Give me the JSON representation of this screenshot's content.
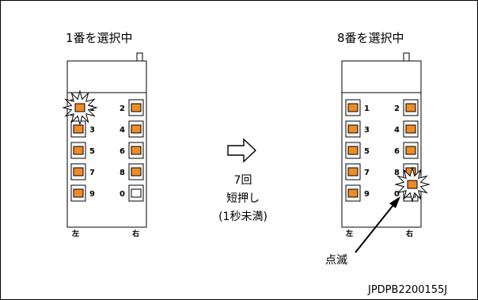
{
  "left_panel": {
    "title": "1番を選択中",
    "buttons": [
      {
        "number": "1",
        "side": "left",
        "led": "lit",
        "blinking": true
      },
      {
        "number": "2",
        "side": "right",
        "led": "lit"
      },
      {
        "number": "3",
        "side": "left",
        "led": "lit"
      },
      {
        "number": "4",
        "side": "right",
        "led": "lit"
      },
      {
        "number": "5",
        "side": "left",
        "led": "lit"
      },
      {
        "number": "6",
        "side": "right",
        "led": "lit"
      },
      {
        "number": "7",
        "side": "left",
        "led": "lit"
      },
      {
        "number": "8",
        "side": "right",
        "led": "lit"
      },
      {
        "number": "9",
        "side": "left",
        "led": "lit"
      },
      {
        "number": "0",
        "side": "right",
        "led": "off"
      }
    ],
    "left_label": "左",
    "right_label": "右"
  },
  "middle": {
    "count": "7回",
    "action": "短押し",
    "condition": "(1秒未満)"
  },
  "right_panel": {
    "title": "8番を選択中",
    "buttons": [
      {
        "number": "1",
        "side": "left",
        "led": "lit"
      },
      {
        "number": "2",
        "side": "right",
        "led": "lit"
      },
      {
        "number": "3",
        "side": "left",
        "led": "lit"
      },
      {
        "number": "4",
        "side": "right",
        "led": "lit"
      },
      {
        "number": "5",
        "side": "left",
        "led": "lit"
      },
      {
        "number": "6",
        "side": "right",
        "led": "lit"
      },
      {
        "number": "7",
        "side": "left",
        "led": "lit"
      },
      {
        "number": "8",
        "side": "right",
        "led": "lit",
        "blinking": true
      },
      {
        "number": "9",
        "side": "left",
        "led": "lit"
      },
      {
        "number": "0",
        "side": "right",
        "led": "off"
      }
    ],
    "left_label": "左",
    "right_label": "右",
    "callout": "点滅"
  },
  "figure_code": "JPDPB2200155J",
  "colors": {
    "led_on": "#f08c28",
    "led_off": "#ffffff",
    "stroke": "#000000"
  }
}
